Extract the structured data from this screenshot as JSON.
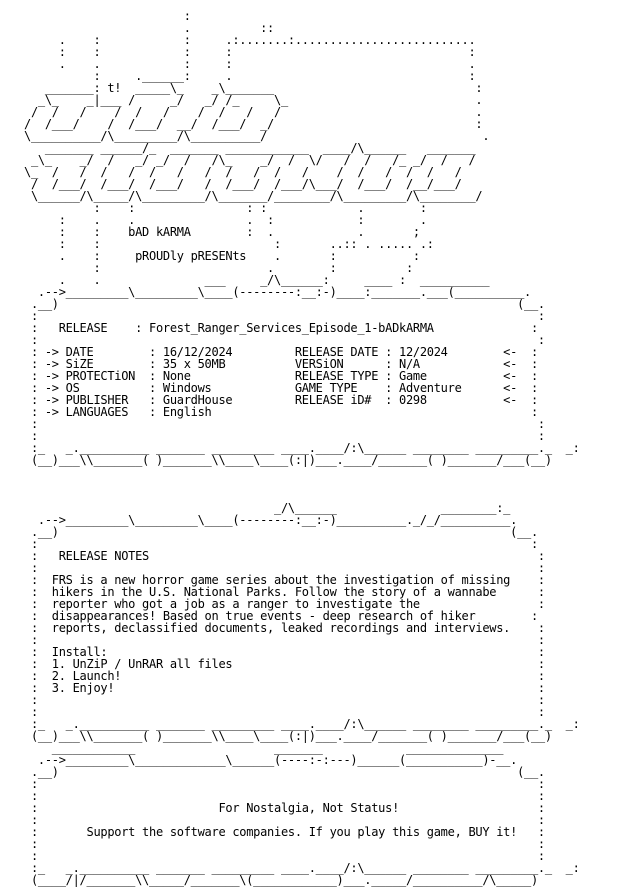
{
  "document": {
    "lines": [
      "                       :",
      "                       .          ::",
      "     .    :            :     .:.......:..........................",
      "     :    :            :     :                                  :",
      "     .    .            :     :                                  .",
      "          :     .______:     .                                  :",
      "   _______: t!  _____\\_    _\\_______                             :",
      "  _\\_    _|___ /     _/   _/ /_     \\_                           .",
      " /  /   /    /  /   /    /  /   /   /                            .",
      "/  /___/    /  /___/  __/  /___/  _/                             :",
      "\\__________/\\_________/\\__________/                               .",
      "   _______ ______/_  _______ ____________  ____/\\______   _______",
      " _\\_    _/  /   _/ _/  /   /\\_    _/  /  \\/   /  /   /_ _/  /   /",
      "\\_  /   /  /   /  /   /   /  /   /  /   /    /  /   /  /  /   /",
      " /  /___/  /___/  /___/   /  /___/  /___/\\___/  /___/  /__/___/",
      " \\______/\\_____/\\_________/\\_______/________/\\_________/\\________/",
      "          :    :                : :             .        :",
      "     :    .    .                .  :            :        .",
      "     :    :    bAD kARMA        :  .            .       ;",
      "     :    :                         :       ..:: . ..... .:",
      "     .    :     pROUDly pRESENts    .       :           :",
      "          :                        .        :          :",
      "     .    .               ___     _/\\______:     ____ :  __________",
      "  .-->_________\\_________\\____(--------:__:-)____:_______.___(__________.",
      " .__)                                                                  (__.",
      " :                                                                        :",
      " :   RELEASE    : Forest_Ranger_Services_Episode_1-bADkARMA              :",
      " :                                                                        :",
      " : -> DATE        : 16/12/2024         RELEASE DATE : 12/2024        <-  :",
      " : -> SiZE        : 35 x 50MB          VERSiON      : N/A            <-  :",
      " : -> PROTECTiON  : None               RELEASE TYPE : Game           <-  :",
      " : -> OS          : Windows            GAME TYPE    : Adventure      <-  :",
      " : -> PUBLISHER   : GuardHouse         RELEASE iD#  : 0298           <-  :",
      " : -> LANGUAGES   : English                                              :",
      " :                                                                        :",
      " :                                                                        :",
      " :_   _.__________ _______ _________ ____.____/:\\______ ________ _________._  _:",
      " (__)___\\\\_______( )_______\\\\____\\____(:|)___.____/_______( )_______/___(__)",
      "",
      "",
      "",
      "                                    _/\\______               ________:_",
      "  .-->_________\\_________\\____(--------:__:-)__________._/_/__________.",
      " .__)                                                                 (__.",
      " :                                                                       :",
      " :   RELEASE NOTES                                                        :",
      " :                                                                        :",
      " :  FRS is a new horror game series about the investigation of missing    :",
      " :  hikers in the U.S. National Parks. Follow the story of a wannabe      :",
      " :  reporter who got a job as a ranger to investigate the                 :",
      " :  disappearances! Based on true events - deep research of hiker        :",
      " :  reports, declassified documents, leaked recordings and interviews.    :",
      " :                                                                        :",
      " :  Install:                                                              :",
      " :  1. UnZiP / UnRAR all files                                            :",
      " :  2. Launch!                                                            :",
      " :  3. Enjoy!                                                             :",
      " :                                                                        :",
      " :                                                                        :",
      " :_   _.__________ _______ _________ ____.____/:\\______ ________ _________._  _:",
      " (__)___\\\\_______( )_______\\\\____\\____(:|)___.____/_______( )_______/___(__)",
      "    ____________                    _______            ______________",
      "  .-->_________\\_____________\\______(----:-:---)______(___________)-__.",
      " .__)                                                                  (__.",
      " :                                                                        :",
      " :                                                                        :",
      " :                          For Nostalgia, Not Status!                    :",
      " :                                                                        :",
      " :       Support the software companies. If you play this game, BUY it!   :",
      " :                                                                        :",
      " :                                                                        :",
      " :_   _.__________ _______ _________ ____.____/:\\______ ________ _________._  _:",
      " (____/|/_______\\\\_____/_______\\(____________)___._____/__________/\\_____)"
    ]
  }
}
